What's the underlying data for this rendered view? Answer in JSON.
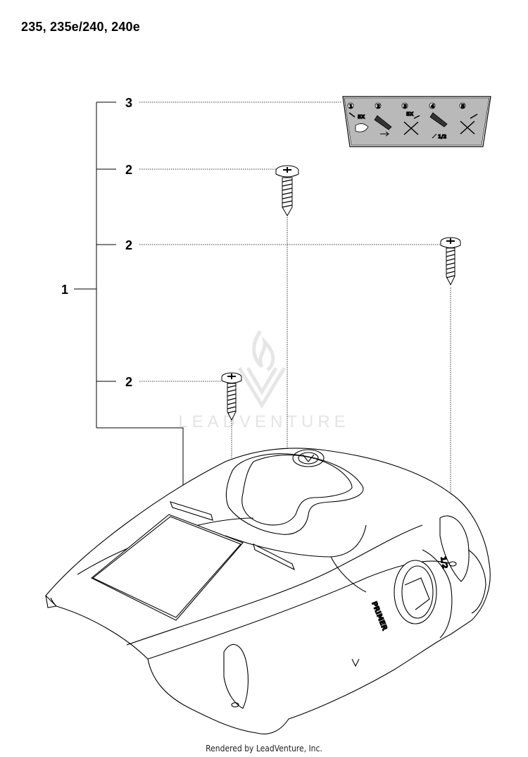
{
  "header": {
    "title": "235, 235e/240, 240e"
  },
  "watermark": {
    "text": "LEADVENTURE",
    "color": "#e4e4e4"
  },
  "callouts": [
    {
      "label": "1",
      "part": "cylinder cover assembly"
    },
    {
      "label": "3",
      "part": "decal"
    },
    {
      "label": "2",
      "part": "screw (top)"
    },
    {
      "label": "2",
      "part": "screw (right)"
    },
    {
      "label": "2",
      "part": "screw (left)"
    }
  ],
  "decal": {
    "steps": [
      "1",
      "2",
      "3",
      "4",
      "5"
    ],
    "texts": [
      "5X",
      "5X",
      "1/2"
    ]
  },
  "cover": {
    "primer_text": "PRIMER",
    "choke_text": "1/2"
  },
  "footer": {
    "text": "Rendered by LeadVenture, Inc."
  }
}
